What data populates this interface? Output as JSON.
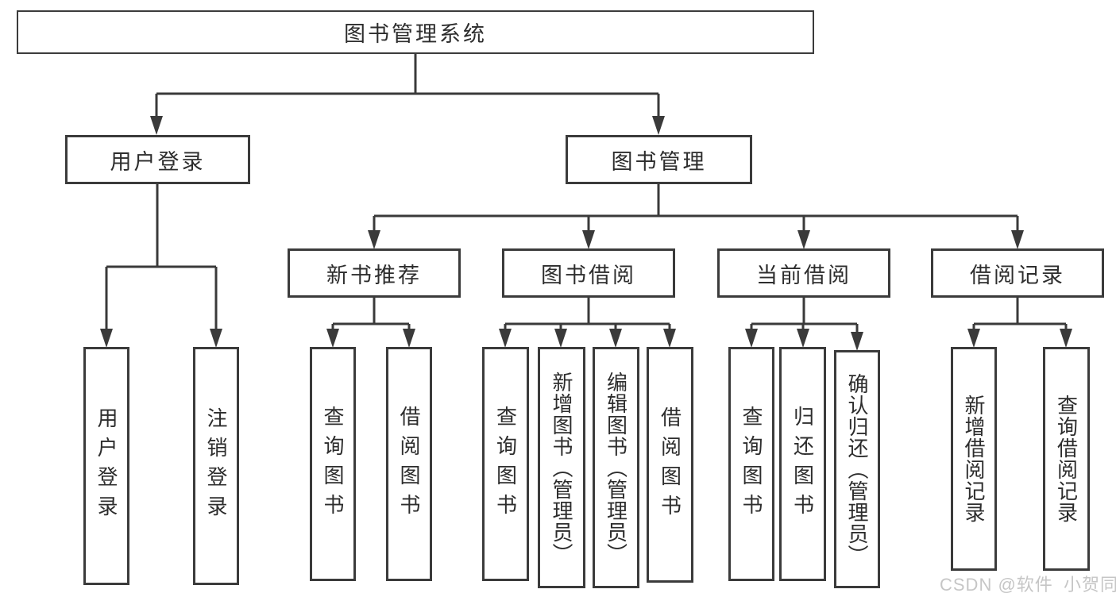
{
  "tree": {
    "root": {
      "label": "图书管理系统"
    },
    "children": [
      {
        "label": "用户登录",
        "children": [
          {
            "label": "用户登录"
          },
          {
            "label": "注销登录"
          }
        ]
      },
      {
        "label": "图书管理",
        "children": [
          {
            "label": "新书推荐",
            "children": [
              {
                "label": "查询图书"
              },
              {
                "label": "借阅图书"
              }
            ]
          },
          {
            "label": "图书借阅",
            "children": [
              {
                "label": "查询图书"
              },
              {
                "label": "新增图书（管理员）"
              },
              {
                "label": "编辑图书（管理员）"
              },
              {
                "label": "借阅图书"
              }
            ]
          },
          {
            "label": "当前借阅",
            "children": [
              {
                "label": "查询图书"
              },
              {
                "label": "归还图书"
              },
              {
                "label": "确认归还（管理员）"
              }
            ]
          },
          {
            "label": "借阅记录",
            "children": [
              {
                "label": "新增借阅记录"
              },
              {
                "label": "查询借阅记录"
              }
            ]
          }
        ]
      }
    ]
  },
  "watermark": "CSDN @软件_小贺同学",
  "colors": {
    "line": "#3a3a3a",
    "border": "#3b3b3b",
    "text": "#2d2d2d",
    "background": "#ffffff",
    "watermark": "#c6c6c6"
  }
}
